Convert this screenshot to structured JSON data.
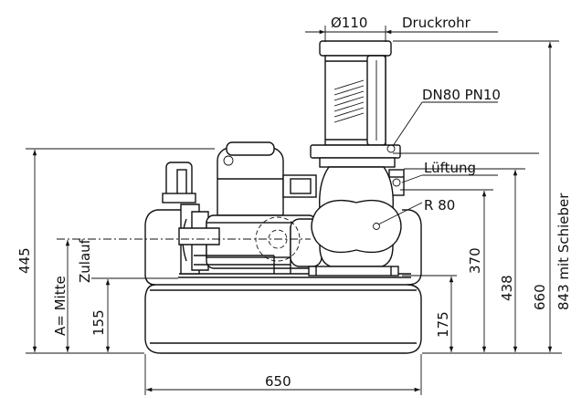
{
  "labels": {
    "pipe_diameter": "Ø110",
    "pressure_pipe": "Druckrohr",
    "flange": "DN80 PN10",
    "ventilation": "Lüftung",
    "outlet": "R 80",
    "inlet_center": "A= Mitte",
    "inlet": "Zulauf"
  },
  "dimensions": {
    "width": "650",
    "height_total": "445",
    "inlet_height": "155",
    "outlet_height": "175",
    "height_370": "370",
    "height_438": "438",
    "height_660": "660",
    "height_with_valve": "843 mit Schieber"
  },
  "colors": {
    "line": "#111111",
    "background": "#ffffff"
  }
}
